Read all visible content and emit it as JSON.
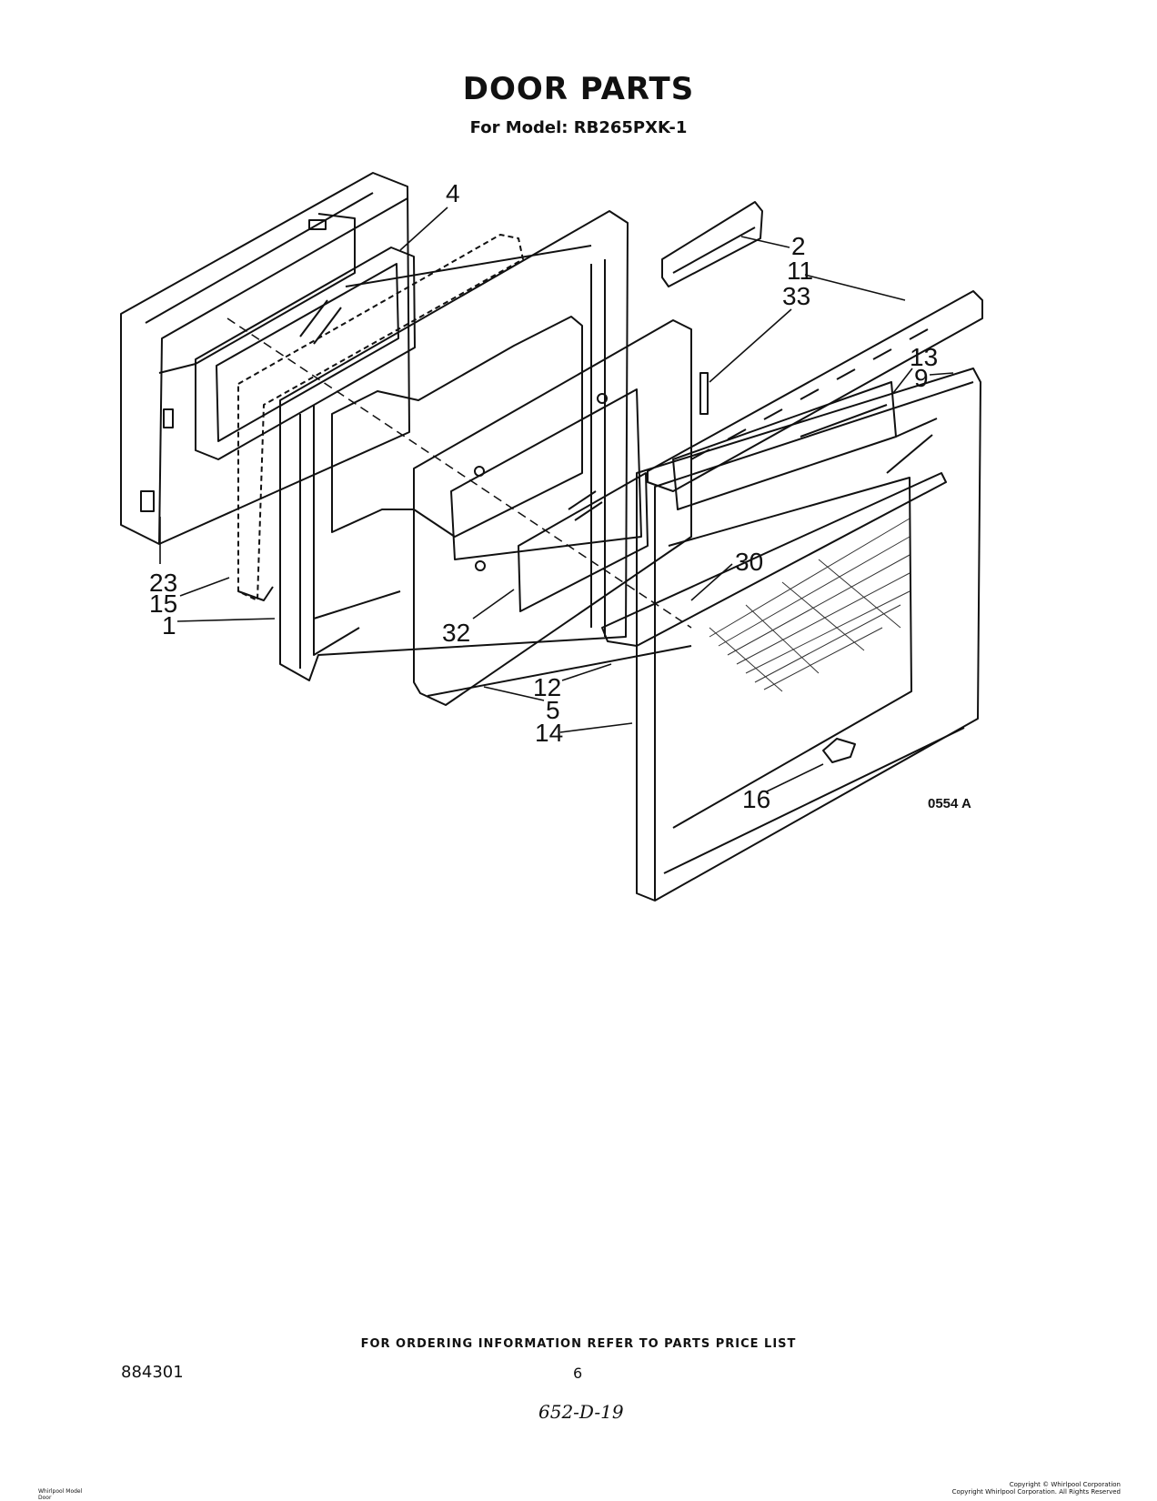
{
  "header": {
    "title": "DOOR PARTS",
    "subtitle": "For Model: RB265PXK-1"
  },
  "diagram": {
    "figure_code": "0554 A",
    "callouts": [
      {
        "label": "4"
      },
      {
        "label": "2"
      },
      {
        "label": "11"
      },
      {
        "label": "33"
      },
      {
        "label": "13"
      },
      {
        "label": "9"
      },
      {
        "label": "30"
      },
      {
        "label": "23"
      },
      {
        "label": "15"
      },
      {
        "label": "1"
      },
      {
        "label": "32"
      },
      {
        "label": "12"
      },
      {
        "label": "5"
      },
      {
        "label": "14"
      },
      {
        "label": "16"
      }
    ]
  },
  "footer": {
    "ordering_note": "FOR ORDERING INFORMATION REFER TO PARTS PRICE LIST",
    "publication_number": "884301",
    "page_number": "6",
    "handwritten_note": "652-D-19",
    "copyright_line1": "Copyright © Whirlpool Corporation",
    "copyright_line2": "Copyright Whirlpool Corporation. All Rights Reserved",
    "left_note_line1": "Whirlpool Model",
    "left_note_line2": "Door"
  }
}
